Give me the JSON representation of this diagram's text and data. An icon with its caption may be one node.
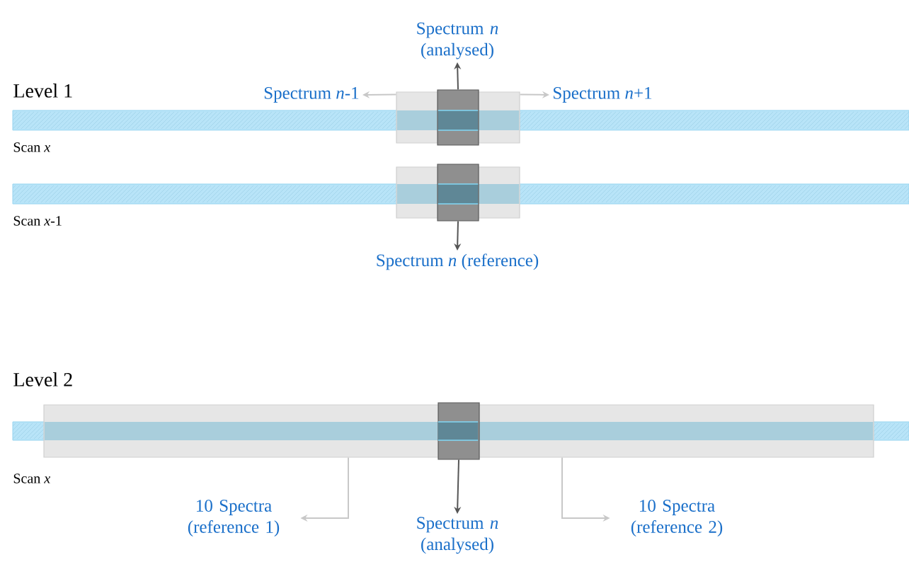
{
  "diagram": {
    "nodes": [
      {
        "text": [
          "Spectrum *n* (analysed)"
        ]
      },
      {
        "text": [
          "Spectrum *n*-1"
        ]
      },
      {
        "text": [
          "Spectrum *n*+1"
        ]
      },
      {
        "text": [],
        "shape": "box"
      },
      {
        "text": [],
        "shape": "box",
        "in": 3
      },
      {
        "text": [],
        "shape": "box"
      },
      {
        "text": [],
        "shape": "box",
        "in": 5
      },
      {
        "text": [
          "Spectrum *n* (reference)"
        ]
      },
      {
        "text": [],
        "shape": "box"
      },
      {
        "text": [],
        "shape": "box",
        "in": 8
      },
      {
        "text": [
          "10 Spectra (reference 1)"
        ]
      },
      {
        "text": [
          "Spectrum *n* (analysed)"
        ]
      },
      {
        "text": [
          "10 Spectra (reference 2)"
        ]
      }
    ],
    "edges": [
      {
        "from": 4,
        "to": 0,
        "arrow": "to",
        "color": "#555555"
      },
      {
        "from": 3,
        "to": 1,
        "arrow": "to"
      },
      {
        "from": 3,
        "to": 2,
        "arrow": "to"
      },
      {
        "from": 6,
        "to": 7,
        "arrow": "to",
        "color": "#555555"
      },
      {
        "from": 8,
        "to": 10,
        "arrow": "to"
      },
      {
        "from": 9,
        "to": 11,
        "arrow": "to",
        "color": "#555555"
      },
      {
        "from": 8,
        "to": 12,
        "arrow": "to"
      }
    ],
    "labels": [
      "Level 1",
      "Scan *x*",
      "Scan *x*-1",
      "Level 2",
      "Scan *x*"
    ]
  }
}
